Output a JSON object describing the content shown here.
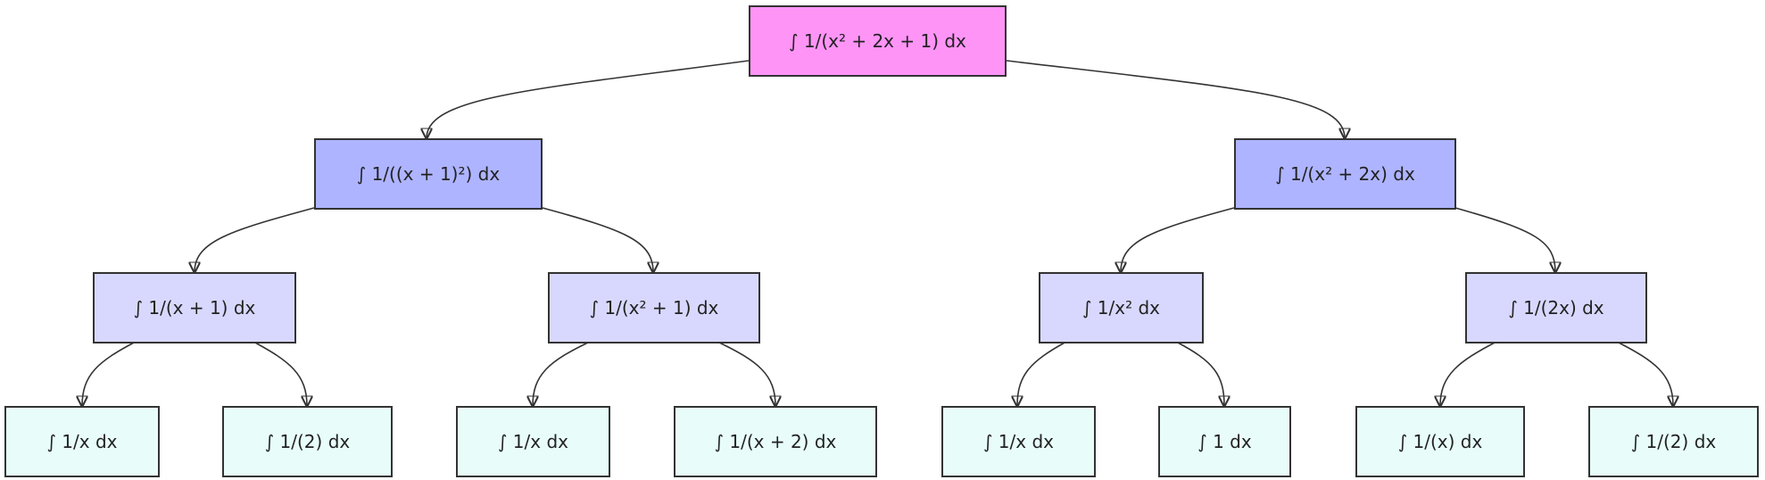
{
  "diagram": {
    "root": "∫ 1/(x² + 2x + 1) dx",
    "left": {
      "label": "∫ 1/((x + 1)²) dx",
      "left": {
        "label": "∫ 1/(x + 1) dx",
        "left": "∫ 1/x dx",
        "right": "∫ 1/(2) dx"
      },
      "right": {
        "label": "∫ 1/(x² + 1) dx",
        "left": "∫ 1/x dx",
        "right": "∫ 1/(x + 2) dx"
      }
    },
    "right": {
      "label": "∫ 1/(x² + 2x) dx",
      "left": {
        "label": "∫ 1/x² dx",
        "left": "∫ 1/x dx",
        "right": "∫ 1 dx"
      },
      "right": {
        "label": "∫ 1/(2x) dx",
        "left": "∫ 1/(x) dx",
        "right": "∫ 1/(2) dx"
      }
    }
  },
  "colors": {
    "level0_fill": "#ff94f7",
    "level1_fill": "#aeb4ff",
    "level2_fill": "#d8d8ff",
    "level3_fill": "#e8fdfa",
    "stroke": "#333333"
  }
}
